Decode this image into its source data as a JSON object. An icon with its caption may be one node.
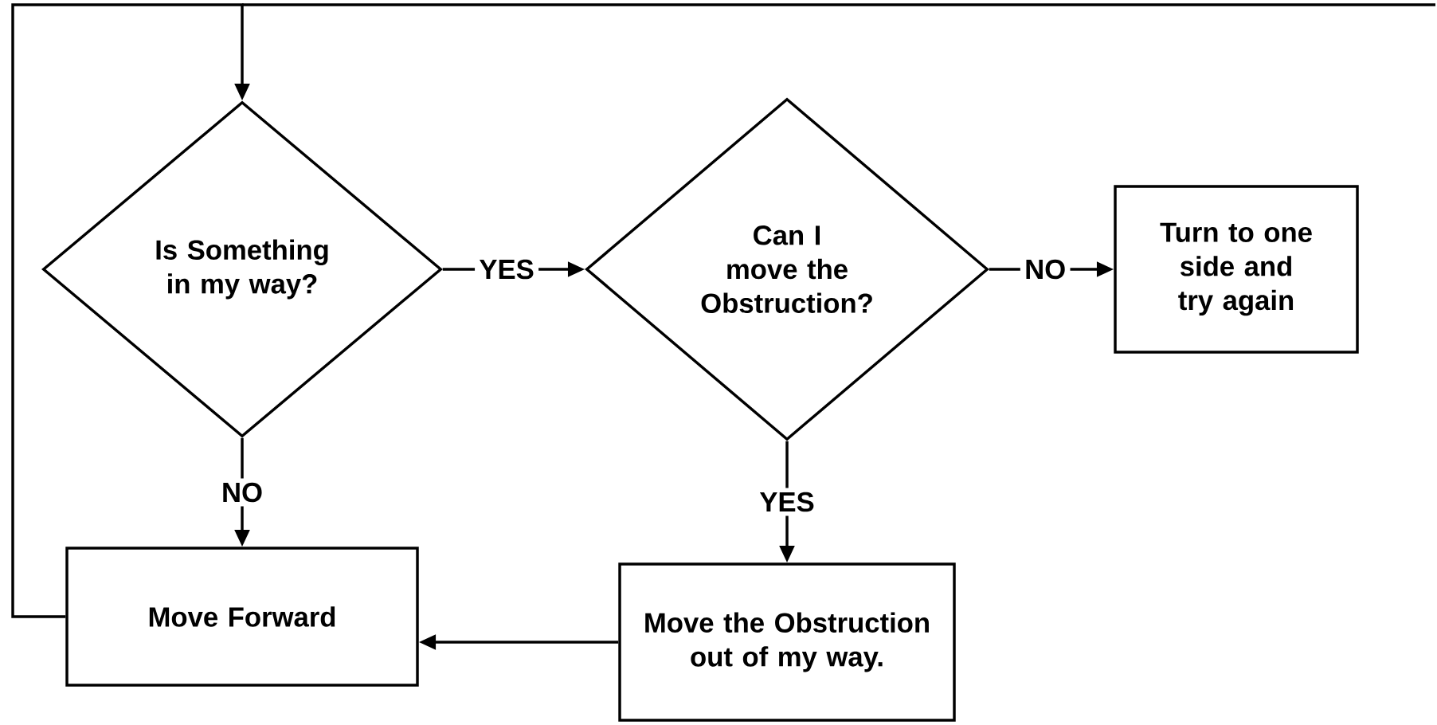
{
  "diagram": {
    "nodes": [
      {
        "text": [
          "Is Something in my way?"
        ]
      },
      {
        "text": [
          "Can I move the Obstruction?"
        ]
      },
      {
        "text": [
          "Turn to one side and try again"
        ]
      },
      {
        "text": [
          "Move Forward"
        ]
      },
      {
        "text": [
          "Move the Obstruction out of my way."
        ]
      }
    ],
    "edges": [
      {
        "from": 0,
        "to": 1,
        "arrow": "to",
        "label": "YES"
      },
      {
        "from": 1,
        "to": 2,
        "arrow": "to",
        "label": "NO"
      },
      {
        "from": 0,
        "to": 3,
        "arrow": "to",
        "label": "NO"
      },
      {
        "from": 1,
        "to": 4,
        "arrow": "to",
        "label": "YES"
      },
      {
        "from": 4,
        "to": 3,
        "arrow": "to"
      },
      {
        "from": 3,
        "to": 0,
        "arrow": "to"
      }
    ]
  }
}
